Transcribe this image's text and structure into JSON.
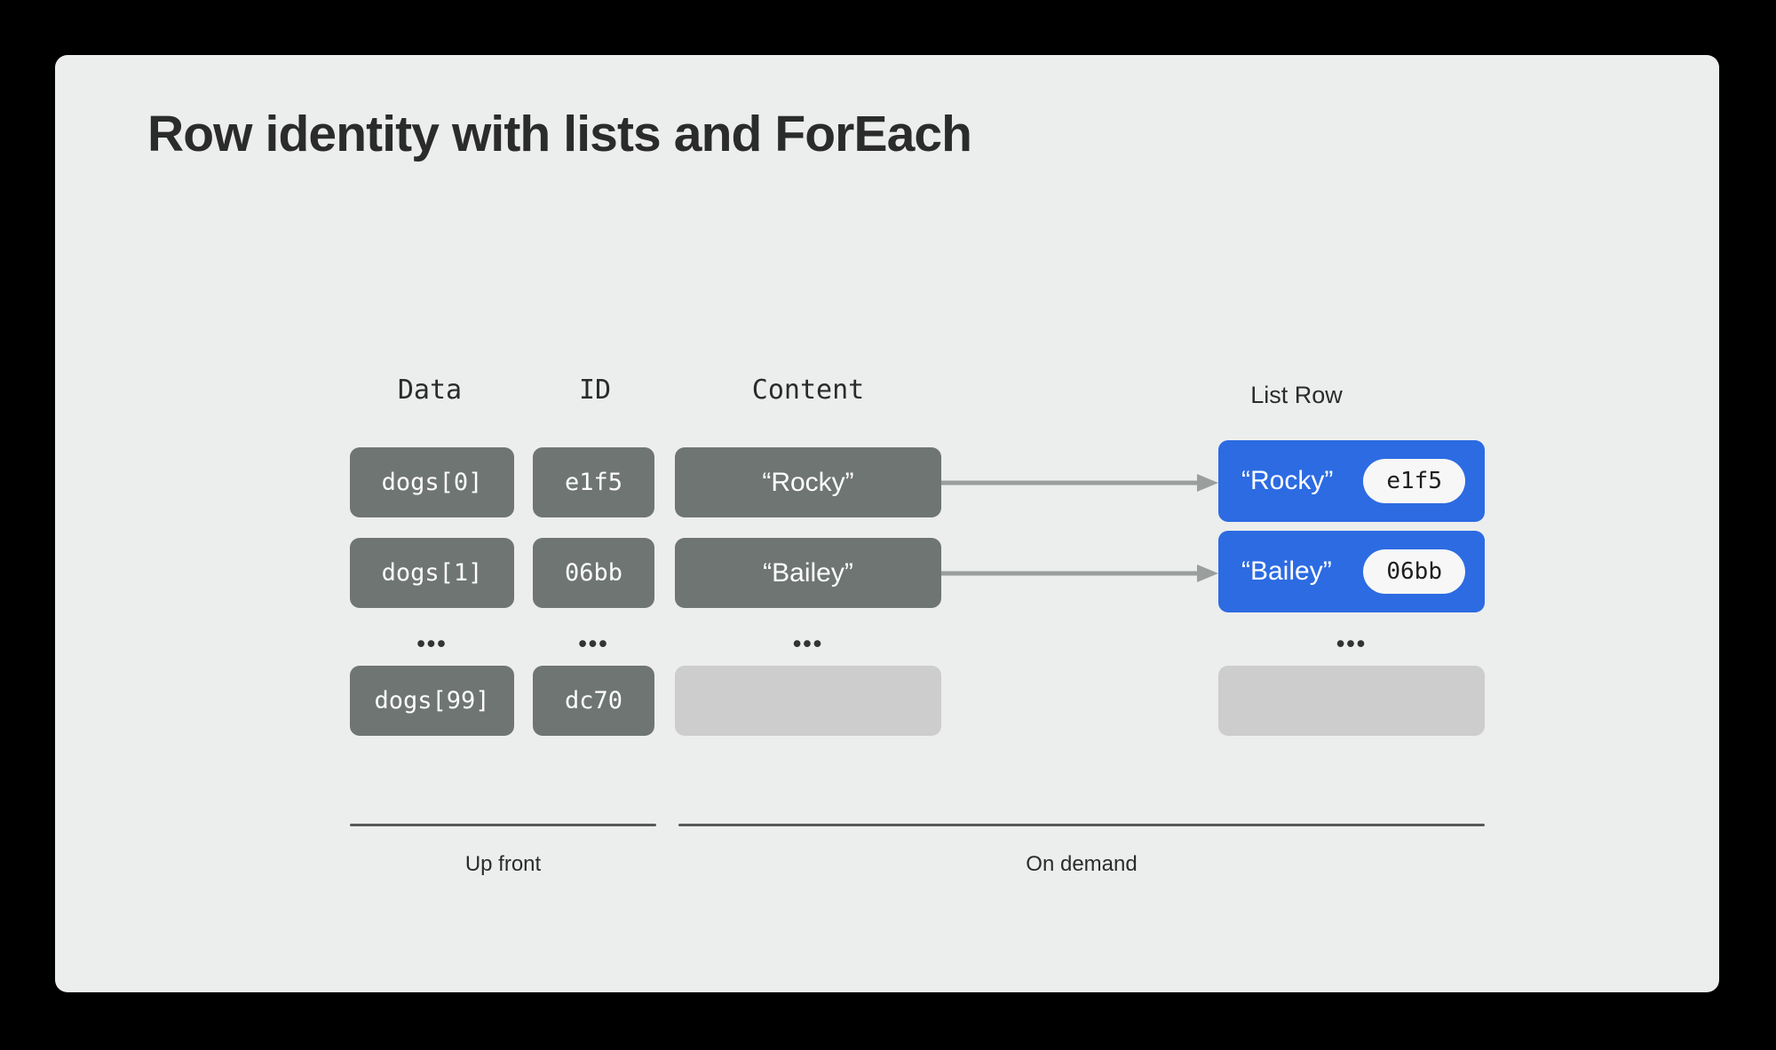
{
  "slide": {
    "title": "Row identity with lists and ForEach",
    "background_color": "#ECEEED",
    "outer_background_color": "#000000",
    "accent_color": "#2C6BE2",
    "cell_color": "#6F7573",
    "placeholder_color": "#CDCDCD"
  },
  "headers": {
    "data": "Data",
    "id": "ID",
    "content": "Content",
    "list_row": "List Row"
  },
  "rows": [
    {
      "data": "dogs[0]",
      "id": "e1f5",
      "content": "“Rocky”",
      "list_row_name": "“Rocky”",
      "list_row_id": "e1f5"
    },
    {
      "data": "dogs[1]",
      "id": "06bb",
      "content": "“Bailey”",
      "list_row_name": "“Bailey”",
      "list_row_id": "06bb"
    }
  ],
  "ellipsis": {
    "data": "•••",
    "id": "•••",
    "content": "•••",
    "list_row": "•••"
  },
  "last_row": {
    "data": "dogs[99]",
    "id": "dc70",
    "content": "",
    "list_row": ""
  },
  "captions": {
    "up_front": "Up front",
    "on_demand": "On demand"
  }
}
